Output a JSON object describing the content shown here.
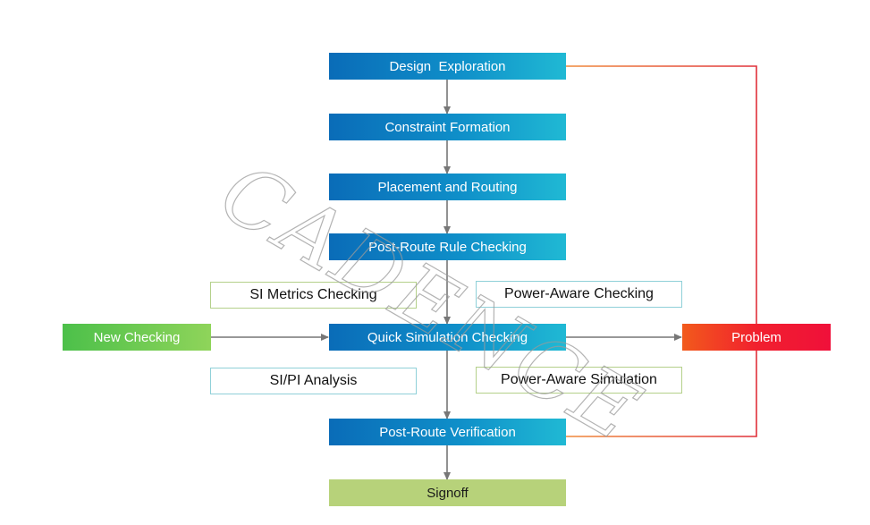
{
  "flow": {
    "design_exploration": "Design  Exploration",
    "constraint_formation": "Constraint Formation",
    "placement_routing": "Placement and Routing",
    "post_route_rule_checking": "Post-Route Rule Checking",
    "quick_simulation_checking": "Quick Simulation Checking",
    "post_route_verification": "Post-Route Verification",
    "signoff": "Signoff"
  },
  "side_boxes": {
    "si_metrics_checking": "SI Metrics Checking",
    "power_aware_checking": "Power-Aware Checking",
    "si_pi_analysis": "SI/PI Analysis",
    "power_aware_simulation": "Power-Aware Simulation"
  },
  "inputs": {
    "new_checking": "New Checking"
  },
  "outputs": {
    "problem": "Problem"
  },
  "watermark": "CADENCE",
  "colors": {
    "step_blue": "#0a6cb8",
    "step_cyan": "#20b9d4",
    "new_checking_green": "#4cc04a",
    "problem_red": "#f1202e",
    "signoff_green": "#b7d27a",
    "connector_gray": "#777777",
    "feedback_red": "#e0303a"
  }
}
